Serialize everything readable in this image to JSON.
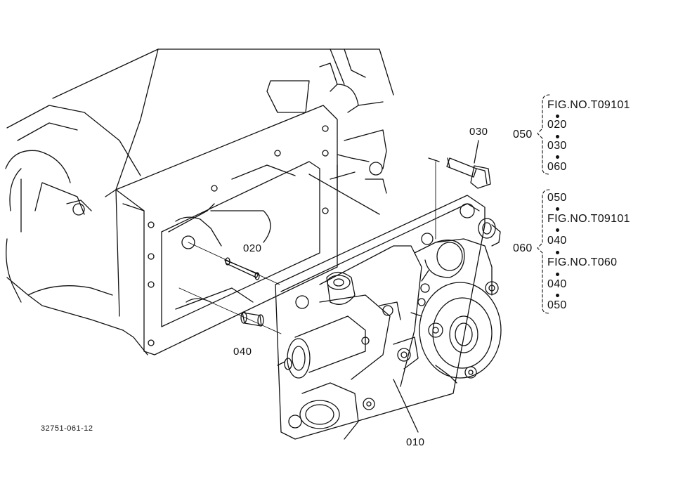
{
  "callouts": {
    "c010": "010",
    "c020": "020",
    "c030": "030",
    "c040": "040"
  },
  "figure_number": "32751-061-12",
  "legend": {
    "group_050": {
      "label": "050",
      "items": [
        "FIG.NO.T09101",
        "020",
        "030",
        "060"
      ]
    },
    "group_060": {
      "label": "060",
      "items": [
        "050",
        "FIG.NO.T09101",
        "040",
        "FIG.NO.T060",
        "040",
        "050"
      ]
    }
  }
}
